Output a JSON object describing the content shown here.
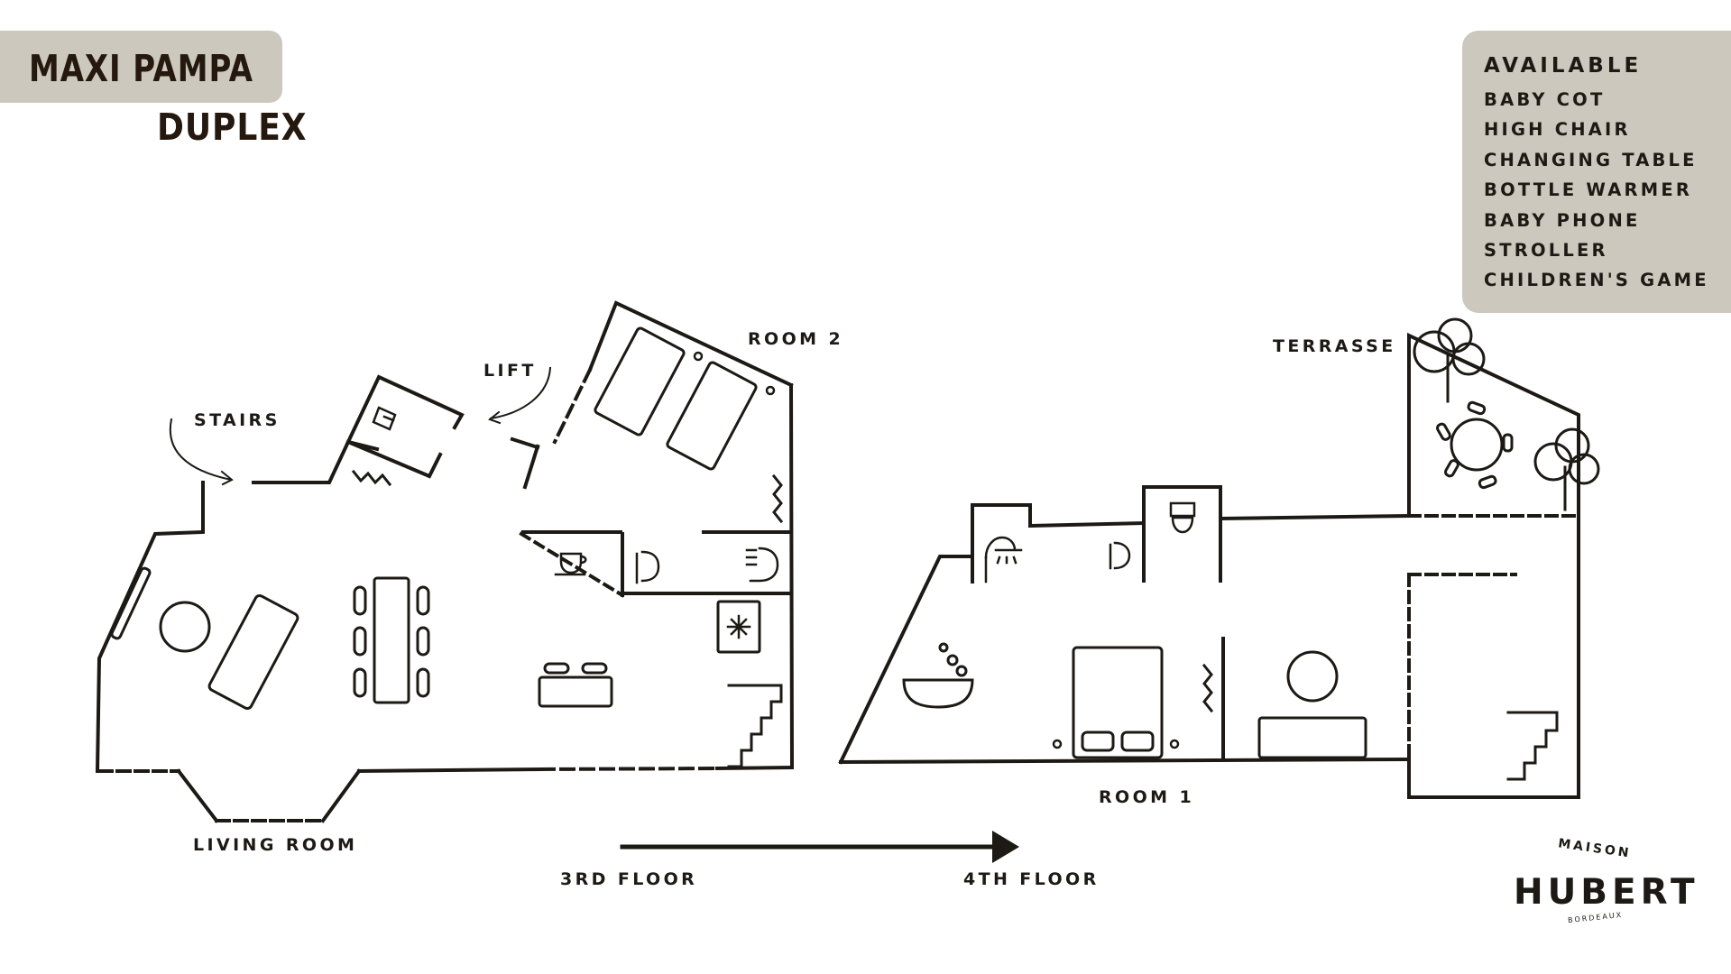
{
  "header": {
    "title": "MAXI PAMPA",
    "subtitle": "DUPLEX"
  },
  "available": {
    "title": "AVAILABLE",
    "items": [
      "BABY COT",
      "HIGH CHAIR",
      "CHANGING TABLE",
      "BOTTLE WARMER",
      "BABY PHONE",
      "STROLLER",
      "CHILDREN'S GAME"
    ]
  },
  "plan": {
    "labels": {
      "stairs": "STAIRS",
      "lift": "LIFT",
      "room2": "ROOM 2",
      "living_room": "LIVING ROOM",
      "terrasse": "TERRASSE",
      "room1": "ROOM 1"
    },
    "floors": {
      "from": "3RD FLOOR",
      "to": "4TH FLOOR"
    }
  },
  "logo": {
    "top": "MAISON",
    "name": "HUBERT",
    "city": "BORDEAUX"
  },
  "colors": {
    "panel": "#cdc8bd",
    "ink": "#1d1914"
  }
}
